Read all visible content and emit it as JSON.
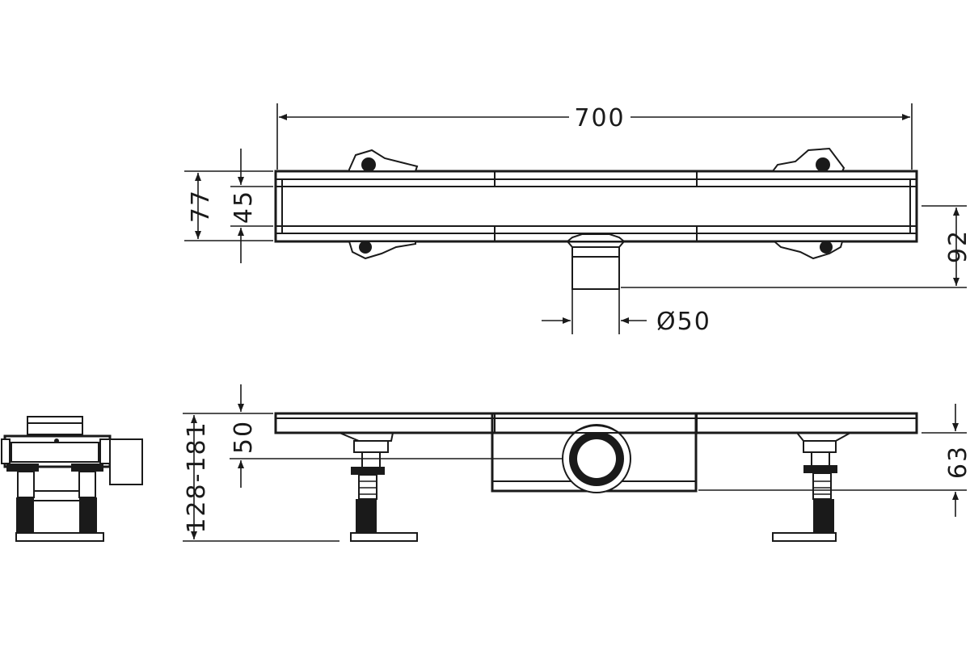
{
  "dimensions": {
    "length": "700",
    "total_width": "77",
    "channel_width": "45",
    "outlet_offset": "92",
    "outlet_diameter": "Ø50",
    "height_range": "128-181",
    "inlet_height": "50",
    "body_depth": "63"
  }
}
